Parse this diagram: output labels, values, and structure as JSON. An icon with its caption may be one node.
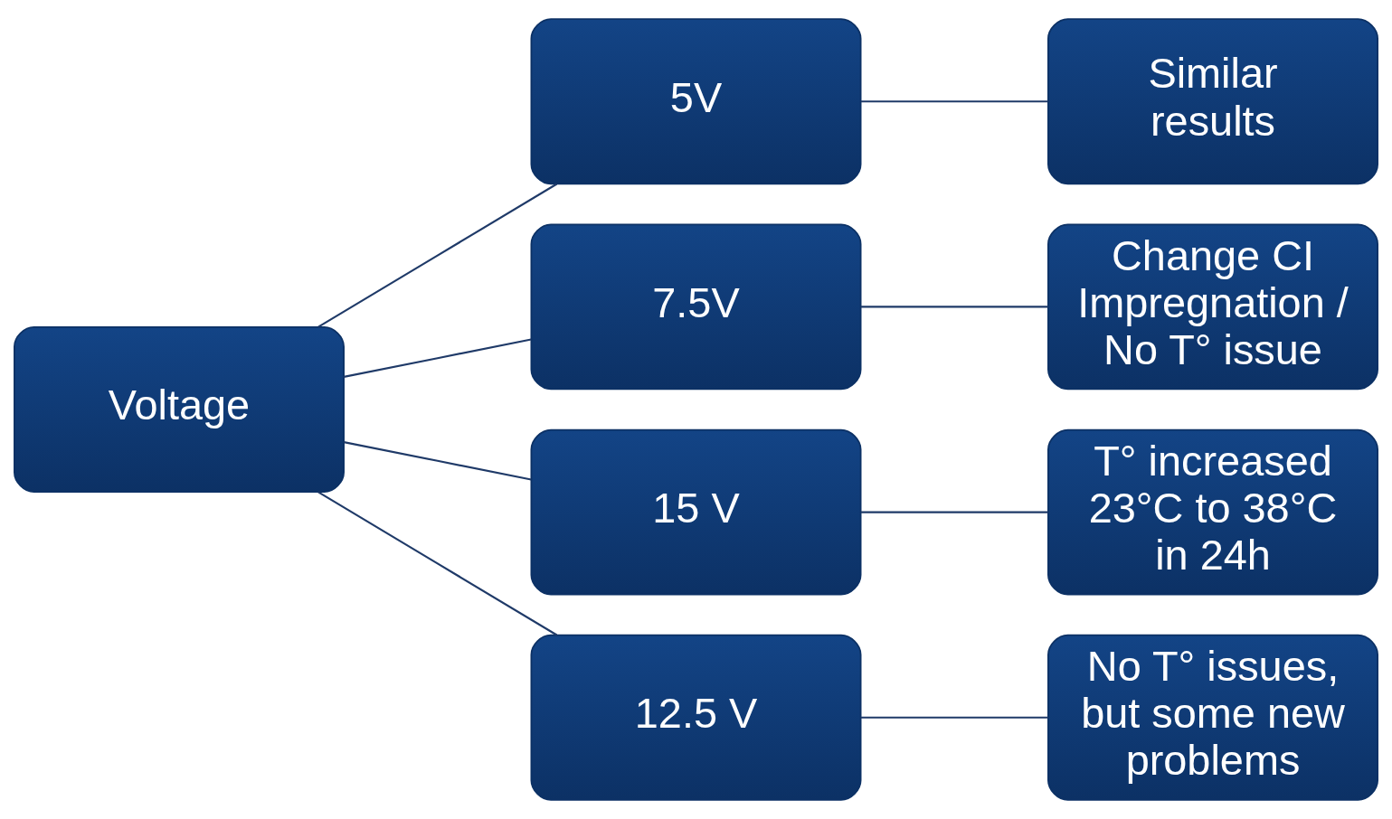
{
  "diagram": {
    "nodes": [
      {
        "text": [
          "Voltage"
        ]
      },
      {
        "text": [
          "5V"
        ]
      },
      {
        "text": [
          "7.5V"
        ]
      },
      {
        "text": [
          "15 V"
        ]
      },
      {
        "text": [
          "12.5 V"
        ]
      },
      {
        "text": [
          "Similar results"
        ]
      },
      {
        "text": [
          "Change CI Impregnation / No T° issue"
        ]
      },
      {
        "text": [
          "T° increased 23°C to 38°C in 24h"
        ]
      },
      {
        "text": [
          "No T° issues, but some new problems"
        ]
      }
    ],
    "edges": [
      {
        "from": 0,
        "to": 1,
        "arrow": "none"
      },
      {
        "from": 0,
        "to": 2,
        "arrow": "none"
      },
      {
        "from": 0,
        "to": 3,
        "arrow": "none"
      },
      {
        "from": 0,
        "to": 4,
        "arrow": "none"
      },
      {
        "from": 1,
        "to": 5,
        "arrow": "none"
      },
      {
        "from": 2,
        "to": 6,
        "arrow": "none"
      },
      {
        "from": 3,
        "to": 7,
        "arrow": "none"
      },
      {
        "from": 4,
        "to": 8,
        "arrow": "none"
      }
    ]
  }
}
